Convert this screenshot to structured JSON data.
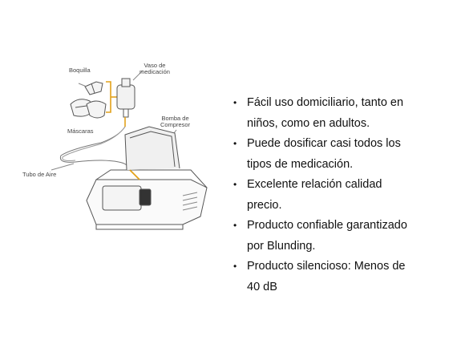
{
  "diagram": {
    "labels": {
      "boquilla": "Boquilla",
      "vaso": "Vaso de\nmedicación",
      "mascaras": "Máscaras",
      "bomba": "Bomba de\nCompresor",
      "tubo": "Tubo de Aire"
    }
  },
  "features": [
    {
      "line1": "Fácil uso domiciliario, tanto en",
      "line2": "niños, como en adultos."
    },
    {
      "line1": "Puede dosificar casi todos los",
      "line2": "tipos de medicación."
    },
    {
      "line1": "Excelente relación calidad",
      "line2": "precio."
    },
    {
      "line1": "Producto confiable garantizado",
      "line2": "por Blunding."
    },
    {
      "line1": "Producto silencioso:  Menos de",
      "line2": "40 dB"
    }
  ],
  "bullet_glyph": "•"
}
